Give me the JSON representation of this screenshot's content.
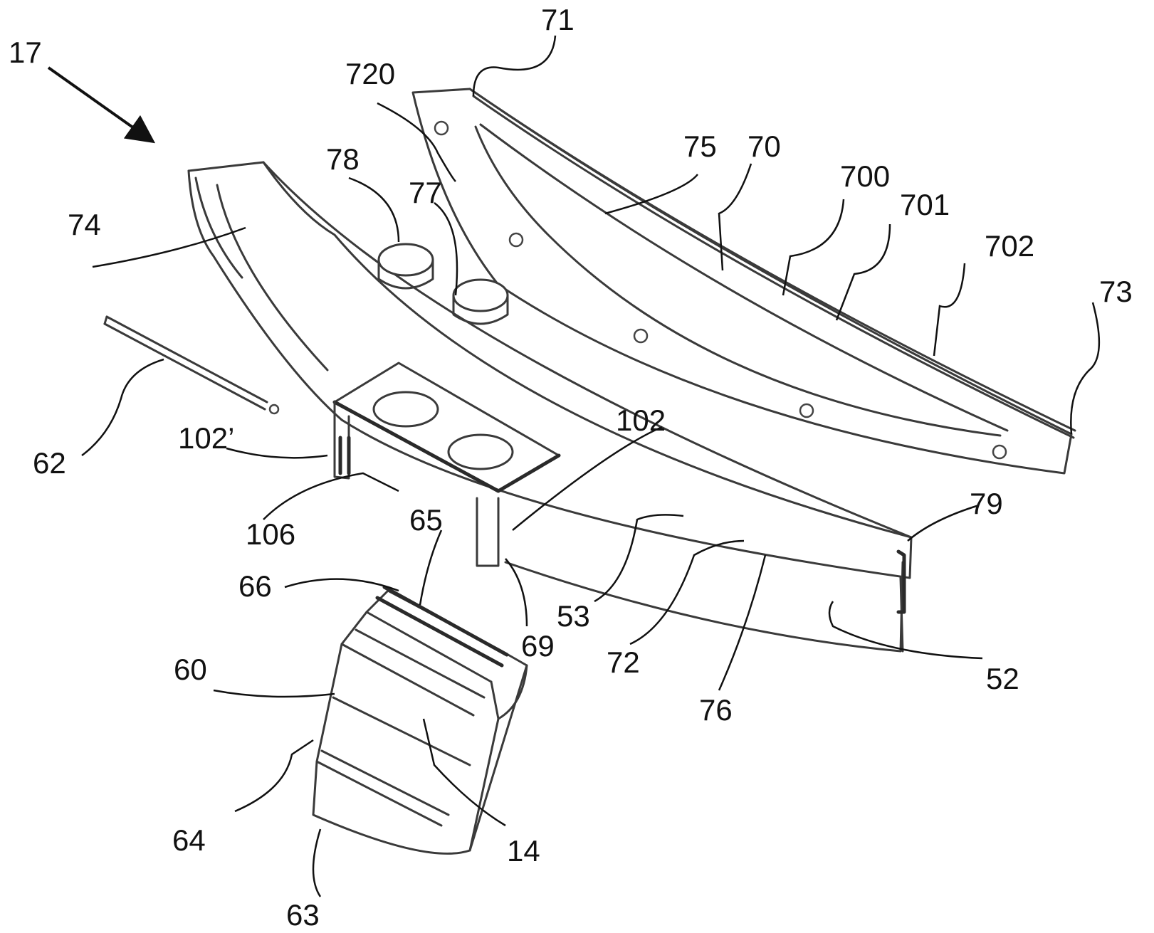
{
  "figure": {
    "reference_numerals": [
      {
        "id": "17",
        "text": "17"
      },
      {
        "id": "71",
        "text": "71"
      },
      {
        "id": "720",
        "text": "720"
      },
      {
        "id": "78",
        "text": "78"
      },
      {
        "id": "77",
        "text": "77"
      },
      {
        "id": "75",
        "text": "75"
      },
      {
        "id": "70",
        "text": "70"
      },
      {
        "id": "700",
        "text": "700"
      },
      {
        "id": "701",
        "text": "701"
      },
      {
        "id": "702",
        "text": "702"
      },
      {
        "id": "73",
        "text": "73"
      },
      {
        "id": "74",
        "text": "74"
      },
      {
        "id": "62",
        "text": "62"
      },
      {
        "id": "102p",
        "text": "102’"
      },
      {
        "id": "102",
        "text": "102"
      },
      {
        "id": "106",
        "text": "106"
      },
      {
        "id": "79",
        "text": "79"
      },
      {
        "id": "65",
        "text": "65"
      },
      {
        "id": "66",
        "text": "66"
      },
      {
        "id": "53",
        "text": "53"
      },
      {
        "id": "69",
        "text": "69"
      },
      {
        "id": "72",
        "text": "72"
      },
      {
        "id": "52",
        "text": "52"
      },
      {
        "id": "60",
        "text": "60"
      },
      {
        "id": "76",
        "text": "76"
      },
      {
        "id": "64",
        "text": "64"
      },
      {
        "id": "14",
        "text": "14"
      },
      {
        "id": "63",
        "text": "63"
      }
    ]
  }
}
